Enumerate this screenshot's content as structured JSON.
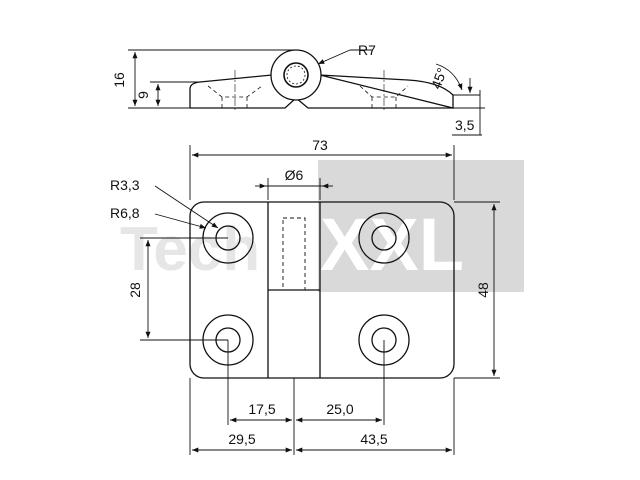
{
  "colors": {
    "line": "#111111",
    "background": "#ffffff",
    "watermark_box": "#d9d9d9",
    "watermark_text": "#e0e0e0"
  },
  "watermark": {
    "part1": "Tech",
    "part2": "XXL"
  },
  "side_view": {
    "height_total": "16",
    "height_leaf": "9",
    "radius_knuckle": "R7",
    "angle": "45°",
    "thickness": "3,5"
  },
  "top_view": {
    "width_total": "73",
    "pin_diameter": "Ø6",
    "hole_radius": "R3,3",
    "boss_radius": "R6,8",
    "hole_spacing_vertical": "28",
    "height_total": "48",
    "offset_left_hole": "17,5",
    "offset_right_hole": "25,0",
    "width_left": "29,5",
    "width_right": "43,5"
  }
}
